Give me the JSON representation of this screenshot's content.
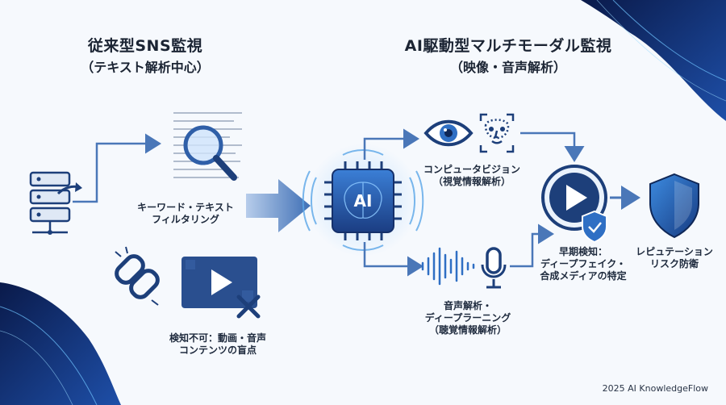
{
  "left": {
    "title": "従来型SNS監視",
    "subtitle": "（テキスト解析中心）",
    "filter_label": [
      "キーワード・テキスト",
      "フィルタリング"
    ],
    "blind_label": [
      "検知不可：動画・音声",
      "コンテンツの盲点"
    ]
  },
  "right": {
    "title": "AI駆動型マルチモーダル監視",
    "subtitle": "（映像・音声解析）",
    "chip_text": "AI",
    "vision_label": [
      "コンピュータビジョン",
      "（視覚情報解析）"
    ],
    "audio_label": [
      "音声解析・",
      "ディープラーニング",
      "（聴覚情報解析）"
    ],
    "detect_label": [
      "早期検知：",
      "ディープフェイク・",
      "合成メディアの特定"
    ],
    "shield_label": [
      "レピュテーション",
      "リスク防衛"
    ]
  },
  "credit": "2025 AI KnowledgeFlow",
  "colors": {
    "navy": "#1d3f7a",
    "blue": "#2f6fc4",
    "arrow": "#4a77b8",
    "accent": "#3aa0e0"
  },
  "icons": [
    "server-icon",
    "document-search-icon",
    "broken-link-icon",
    "blocked-video-icon",
    "ai-chip-icon",
    "eye-icon",
    "face-scan-icon",
    "microphone-icon",
    "play-shield-icon",
    "shield-icon"
  ]
}
